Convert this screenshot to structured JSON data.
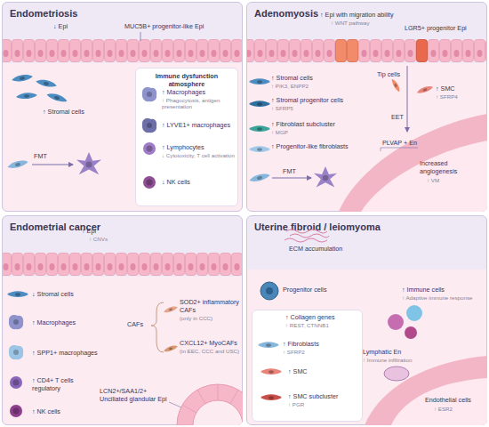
{
  "diagram": {
    "nodes": [
      {
        "text": [
          "Endometriosis"
        ]
      },
      {
        "text": [
          "Immune dysfunction atmosphere"
        ],
        "in": 0
      },
      {
        "text": [
          "Adenomyosis"
        ]
      },
      {
        "text": [
          "Endometrial cancer"
        ]
      },
      {
        "text": [
          "Uterine fibroid / leiomyoma"
        ]
      },
      {
        "text": [
          "↑ Collagen genes",
          "↑ REST, CTNNB1"
        ],
        "in": 4
      }
    ],
    "labels": [
      "↓ Epi",
      "MUC5B+ progenitor-like Epi",
      "↑ Stromal cells",
      "FMT",
      "↑ Macrophages",
      "↑ Phagocytosis, antigen presentation",
      "↑ LYVE1+ macrophages",
      "↑ Lymphocytes",
      "↓ Cytotoxicity, T cell activation",
      "↓ NK cells",
      "↑ Epi with migration ability",
      "↑ WNT pathway",
      "LGR5+ progenitor Epi",
      "Tip cells",
      "EET",
      "↑ SMC",
      "↑ SFRP4",
      "↑ Stromal cells",
      "↑ PIK3, ENPP2",
      "↑ Stromal progenitor cells",
      "↑ SFRP5",
      "↑ Fibroblast subcluster",
      "↑ MGP",
      "↑ Progenitor-like fibroblasts",
      "FMT",
      "PLVAP + En",
      "Increased angiogenesis",
      "↑ VM",
      "↑ Epi",
      "↑ CNVs",
      "↓ Stromal cells",
      "↑ Macrophages",
      "↑ SPP1+ macrophages",
      "↑ CD4+ T cells regulatory",
      "↑ NK cells",
      "CAFs",
      "SOD2+ inflammatory CAFs",
      "(only in CCC)",
      "CXCL12+ MyoCAFs",
      "(in EEC, CCC and USC)",
      "LCN2+/SAA1/2+ Unciliated glandular Epi",
      "ECM accumulation",
      "Progenitor cells",
      "↑ Fibroblasts",
      "↑ SFRP2",
      "↑ SMC",
      "↑ SMC subcluster",
      "↑ PGR",
      "↑ Immune cells",
      "↑ Adaptive immune response",
      "Lymphatic En",
      "↑ Immune infiltration",
      "Endothelial cells",
      "↑ ESR2"
    ]
  }
}
